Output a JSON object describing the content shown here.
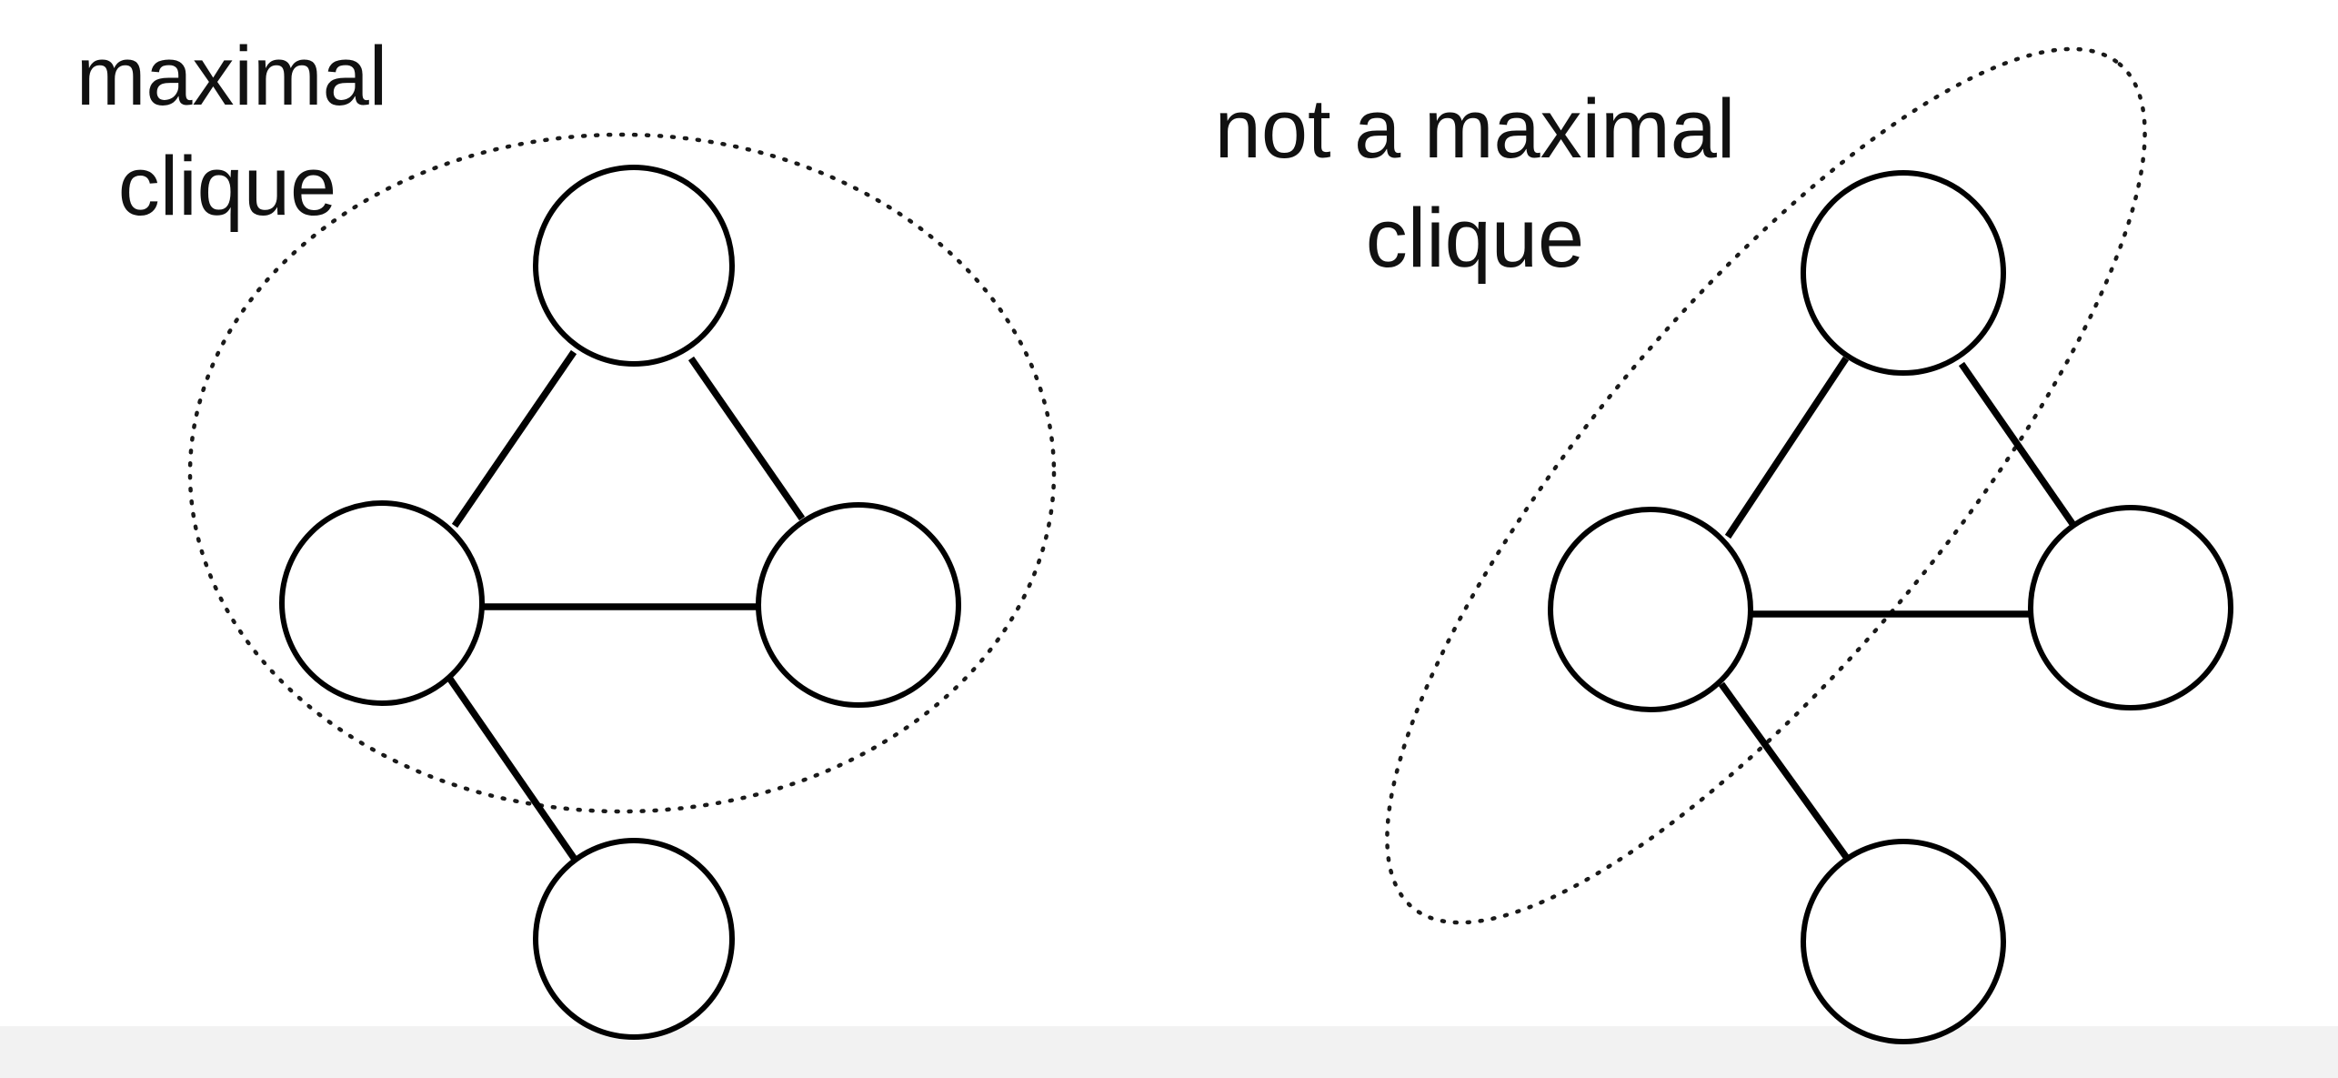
{
  "panels": [
    {
      "id": "left",
      "caption_lines": [
        "maximal",
        "clique"
      ],
      "nodes": [
        "top",
        "left",
        "right",
        "bottom"
      ],
      "edges": [
        [
          "top",
          "left"
        ],
        [
          "top",
          "right"
        ],
        [
          "left",
          "right"
        ],
        [
          "left",
          "bottom"
        ]
      ],
      "enclosed_nodes": [
        "top",
        "left",
        "right"
      ]
    },
    {
      "id": "right",
      "caption_lines": [
        "not a maximal",
        "clique"
      ],
      "nodes": [
        "top",
        "left",
        "right",
        "bottom"
      ],
      "edges": [
        [
          "top",
          "left"
        ],
        [
          "top",
          "right"
        ],
        [
          "left",
          "right"
        ],
        [
          "left",
          "bottom"
        ]
      ],
      "enclosed_nodes": [
        "top",
        "left"
      ]
    }
  ],
  "colors": {
    "stroke": "#000000",
    "background": "#ffffff",
    "bottom_band": "#f2f2f2"
  }
}
